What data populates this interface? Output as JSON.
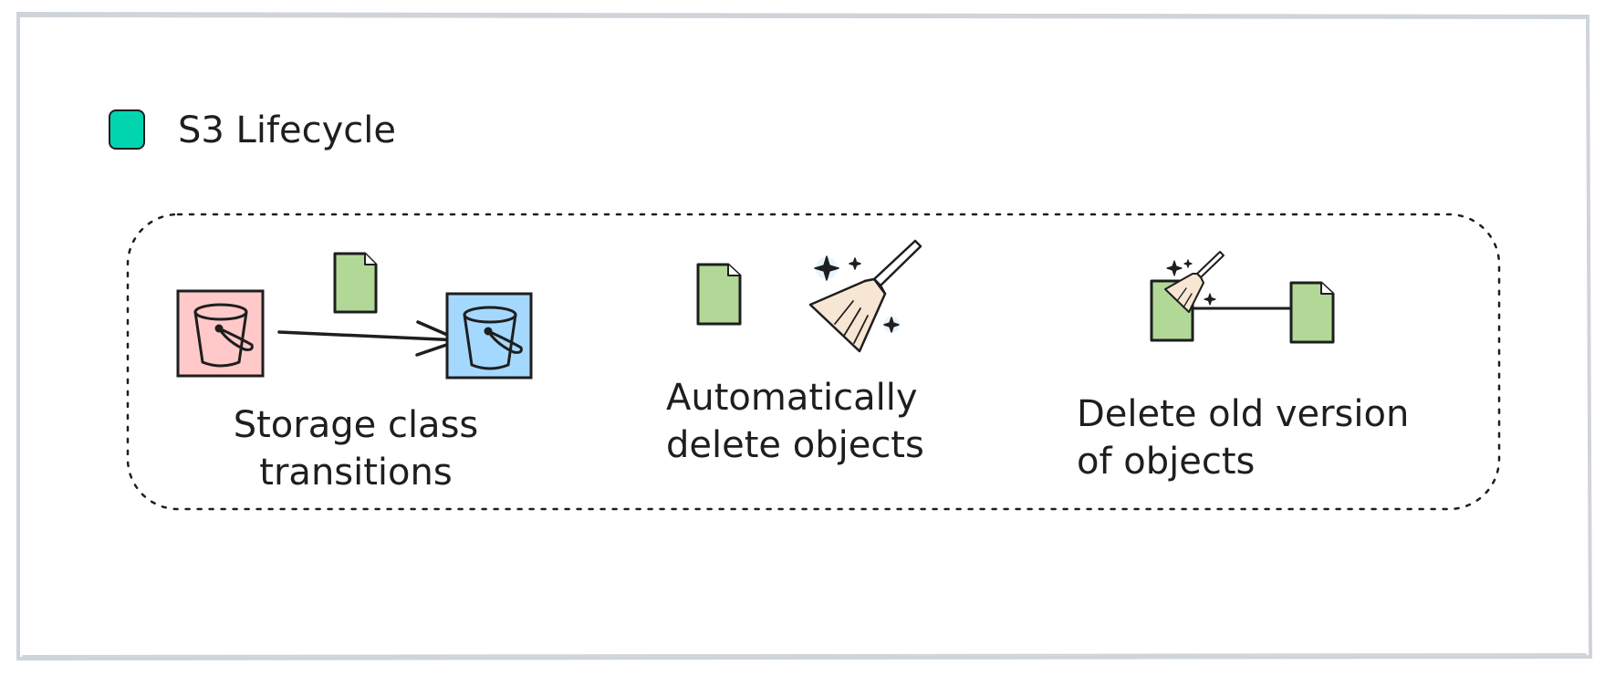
{
  "title": "S3 Lifecycle",
  "features": [
    {
      "label": "Storage class\ntransitions"
    },
    {
      "label": "Automatically\ndelete objects"
    },
    {
      "label": "Delete old version\nof objects"
    }
  ],
  "colors": {
    "title_marker": "#00d5b0",
    "source_bucket": "#ffc9c9",
    "target_bucket": "#a5d8ff",
    "document": "#b2d897",
    "broom": "#f8e6d4",
    "stroke": "#1e1e1e",
    "frame": "#cfd4da"
  },
  "icons": [
    "s3-bucket-icon",
    "document-icon",
    "broom-icon",
    "sparkle-icon",
    "arrow-icon"
  ]
}
